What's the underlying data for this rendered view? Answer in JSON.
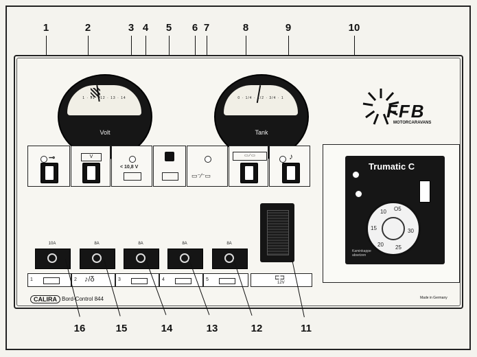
{
  "top_numbers": [
    "1",
    "2",
    "3",
    "4",
    "5",
    "6",
    "7",
    "8",
    "9",
    "10"
  ],
  "bottom_numbers": [
    "16",
    "15",
    "14",
    "13",
    "12",
    "11"
  ],
  "gauges": {
    "volt": {
      "label": "Volt",
      "scale": "1 · 11 · 12 · 13 · 14"
    },
    "tank": {
      "label": "Tank",
      "scale": "0 · 1/4 · 1/2 · 3/4 · 1"
    }
  },
  "switch4_text": "< 10,8 V",
  "fuses": {
    "amps": [
      "10A",
      "8A",
      "8A",
      "8A",
      "8A"
    ]
  },
  "fuse_labels": [
    "1",
    "2",
    "3",
    "4",
    "5"
  ],
  "switch11_text": "12V",
  "brand": {
    "name": "FFB",
    "sub": "MOTORCARAVANS"
  },
  "trumatic": {
    "name": "Trumatic C",
    "dial": [
      "O5",
      "10",
      "15",
      "20",
      "25",
      "30"
    ],
    "note": "Kaminkappe absetzen"
  },
  "footer": {
    "maker": "CALIRA",
    "model": "Bord-Control 844",
    "made_in": "Made in Germany"
  }
}
